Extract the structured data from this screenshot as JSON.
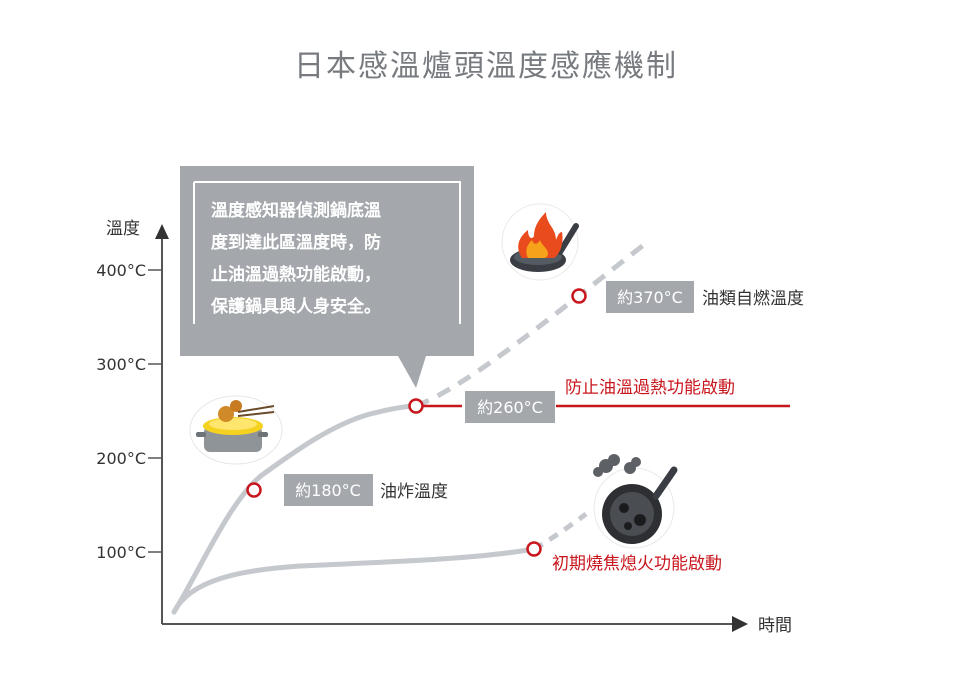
{
  "title": "日本感溫爐頭溫度感應機制",
  "axes": {
    "y_label": "溫度",
    "x_label": "時間",
    "y_ticks": [
      "400°C",
      "300°C",
      "200°C",
      "100°C"
    ]
  },
  "callout": {
    "lines": [
      "溫度感知器偵測鍋底溫",
      "度到達此區溫度時，防",
      "止油溫過熱功能啟動，",
      "保護鍋具與人身安全。"
    ]
  },
  "points": [
    {
      "tag": "約180°C",
      "label": "油炸溫度",
      "icon": "fried-food-pot-icon"
    },
    {
      "tag": "約260°C",
      "label": "防止油溫過熱功能啟動",
      "icon": ""
    },
    {
      "tag": "約370°C",
      "label": "油類自燃溫度",
      "icon": "flaming-pan-icon"
    },
    {
      "tag": "",
      "label": "初期燒焦熄火功能啟動",
      "icon": "burnt-pan-smoke-icon"
    }
  ],
  "colors": {
    "curve": "#c5c8cd",
    "tag_bg": "#a4a8ad",
    "callout_bg": "#a4a8ad",
    "red": "#c8161d",
    "axis": "#555555",
    "title": "#777b80"
  }
}
